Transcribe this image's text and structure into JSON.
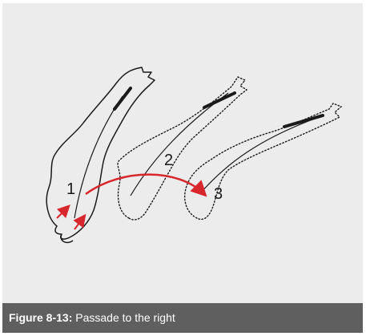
{
  "figure": {
    "positions": [
      {
        "number": "1"
      },
      {
        "number": "2"
      },
      {
        "number": "3"
      }
    ],
    "colors": {
      "panel_background": "#ececec",
      "caption_background": "#5f5f5f",
      "movement_arrow": "#d8262d",
      "outline": "#1a1a1a"
    }
  },
  "caption": {
    "label": "Figure 8-13:",
    "text": "Passade to the right"
  }
}
